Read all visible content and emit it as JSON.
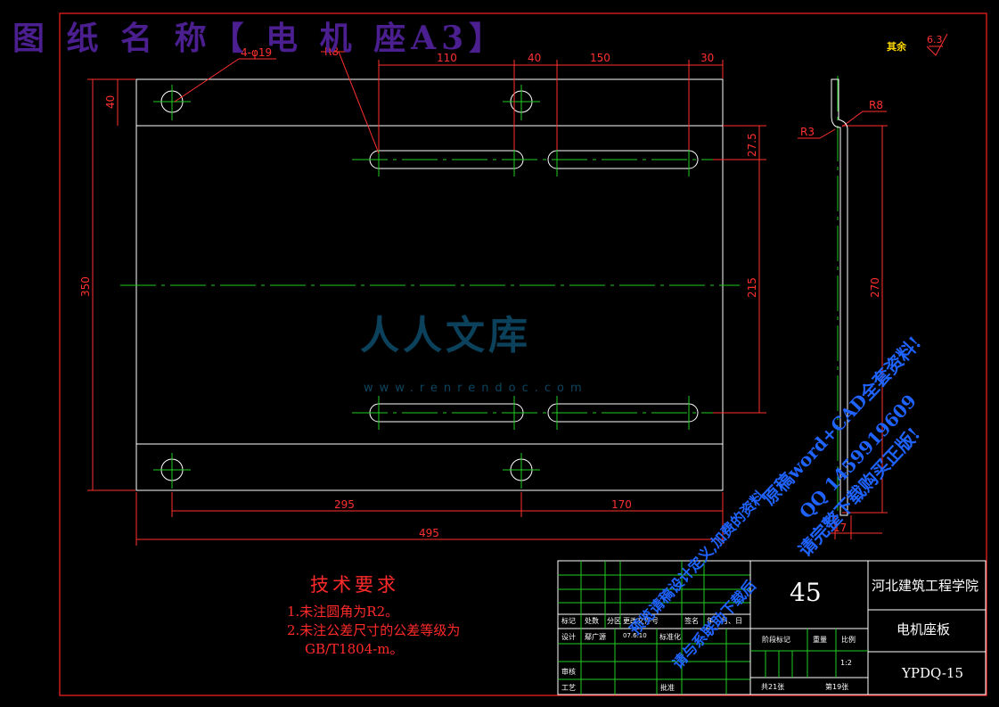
{
  "title_banner": "图 纸 名 称【 电 机 座A3】",
  "roughness": {
    "label": "其余",
    "value": "6.3"
  },
  "dimensions": {
    "holes": "4-φ19",
    "r8_top": "R8",
    "d110": "110",
    "d40": "40",
    "d150": "150",
    "d30": "30",
    "d40_left": "40",
    "d350": "350",
    "d27_5": "27.5",
    "d215": "215",
    "d295": "295",
    "d170": "170",
    "d495": "495",
    "side_r3": "R3",
    "side_r8": "R8",
    "side_270": "270",
    "side_17": "17"
  },
  "watermark": {
    "logo": "人人文库",
    "url": "www.renrendoc.com"
  },
  "promo": {
    "line1": "原稿word+CAD全套资料!",
    "line2": "QQ 1459919609",
    "line3": "请完整下载购买正版!",
    "line4": "预览请稿设计定义,加费的资料",
    "line5": "请与系联助下载后"
  },
  "tech_requirements": {
    "heading": "技术要求",
    "items": [
      "1.未注圆角为R2。",
      "2.未注公差尺寸的公差等级为",
      "GB/T1804-m。"
    ]
  },
  "title_block": {
    "material": "45",
    "school": "河北建筑工程学院",
    "part_name": "电机座板",
    "drawing_no": "YPDQ-15",
    "row_labels": [
      "标记",
      "处数",
      "分区",
      "更改文件号",
      "签名",
      "年、月、日"
    ],
    "design_label": "设计",
    "designer": "鄢广源",
    "design_date": "07.6.10",
    "std_label": "标准化",
    "review_label": "审核",
    "craft_label": "工艺",
    "approve_label": "批准",
    "stage_label": "阶段标记",
    "weight_label": "重量",
    "scale_label": "比例",
    "scale": "1:2",
    "sheets_total": "共21张",
    "sheet_no": "第19张"
  }
}
